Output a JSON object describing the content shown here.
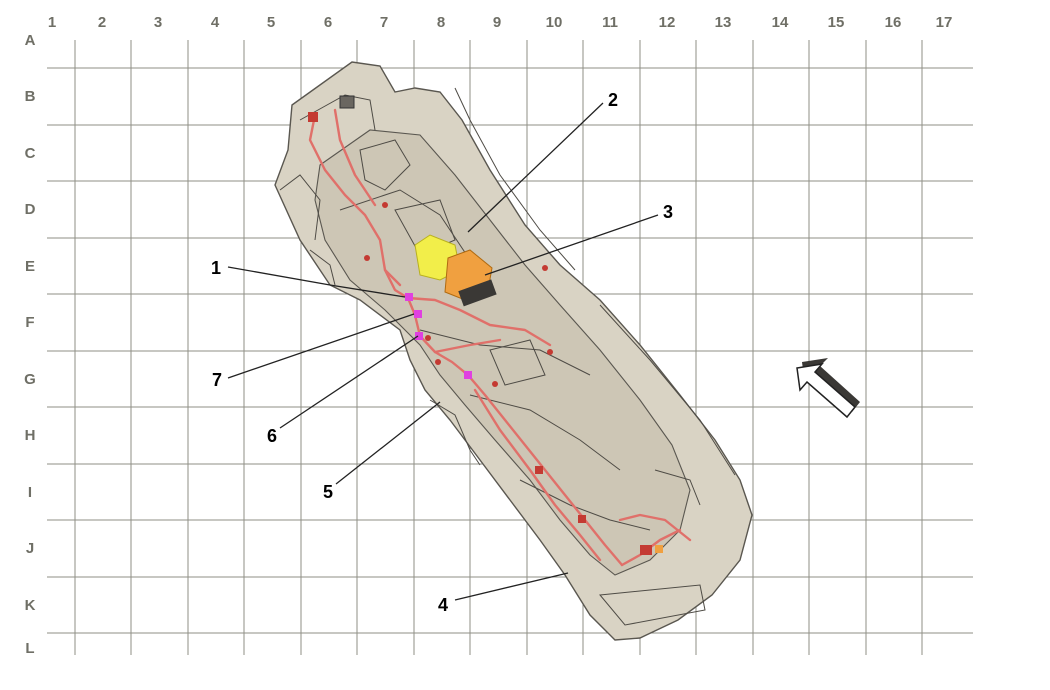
{
  "grid": {
    "columns": [
      "1",
      "2",
      "3",
      "4",
      "5",
      "6",
      "7",
      "8",
      "9",
      "10",
      "11",
      "12",
      "13",
      "14",
      "15",
      "16",
      "17"
    ],
    "rows": [
      "A",
      "B",
      "C",
      "D",
      "E",
      "F",
      "G",
      "H",
      "I",
      "J",
      "K",
      "L"
    ]
  },
  "callouts": [
    "1",
    "2",
    "3",
    "4",
    "5",
    "6",
    "7"
  ],
  "colors": {
    "harness": "#e0706a",
    "connector_dark": "#c43a32",
    "module_yellow": "#f2ee4a",
    "module_orange": "#f0a040",
    "marker_magenta": "#e040e0",
    "body": "#d9d3c4"
  },
  "icons": {
    "direction_arrow": "front-direction-arrow-icon"
  }
}
